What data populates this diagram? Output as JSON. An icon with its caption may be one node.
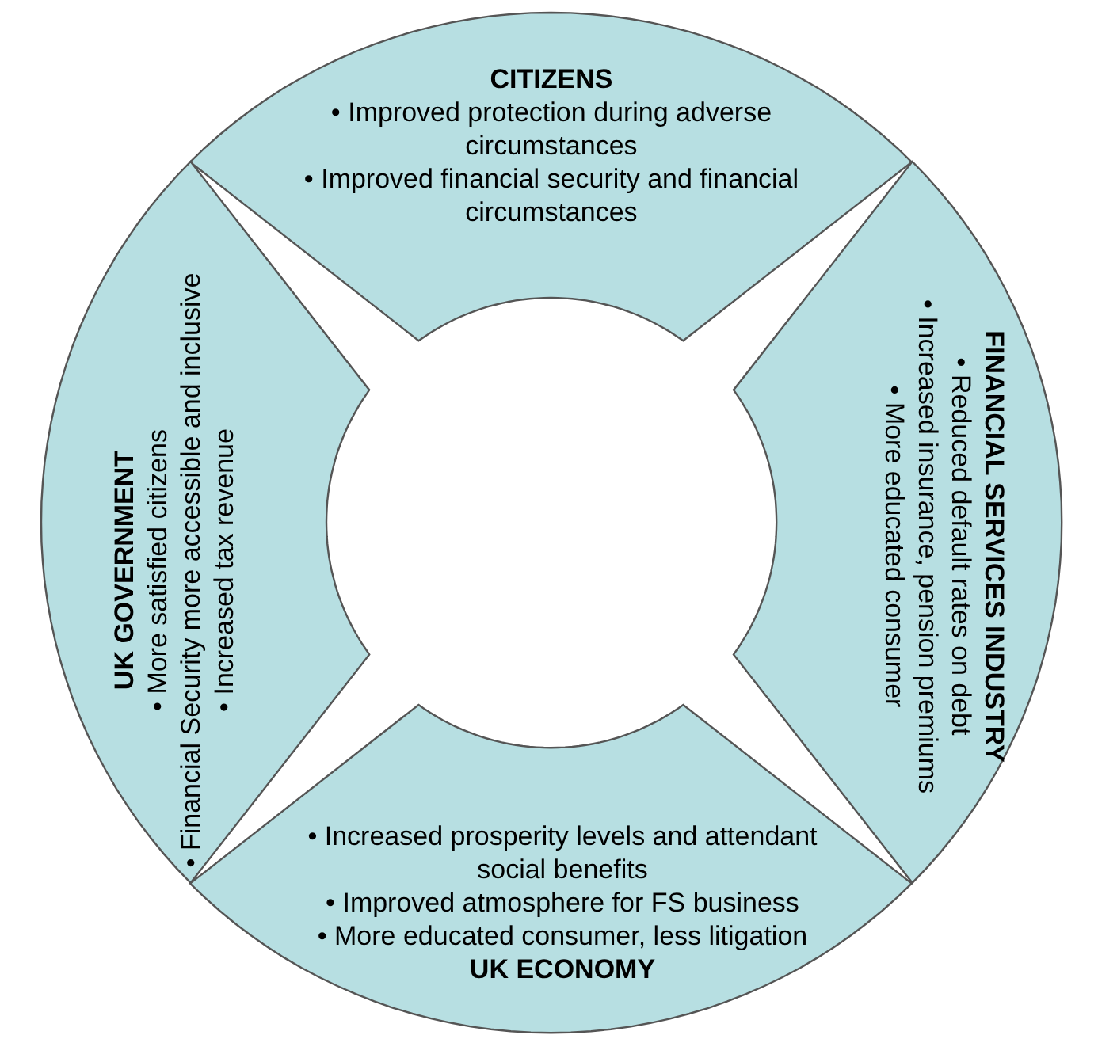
{
  "diagram": {
    "nodes": [
      {
        "text": [
          "CITIZENS",
          "• Improved protection during adverse circumstances",
          "• Improved financial security and financial circumstances"
        ]
      },
      {
        "text": [
          "UK GOVERNMENT",
          "• More satisfied citizens",
          "• Financial Security more accessible and inclusive",
          "• Increased tax revenue"
        ]
      },
      {
        "text": [
          "FINANCIAL SERVICES INDUSTRY",
          "• Reduced default rates on debt",
          "• Increased insurance, pension premiums",
          "• More educated consumer"
        ]
      },
      {
        "text": [
          "• Increased prosperity levels and attendant social benefits",
          "• Improved atmosphere for FS business",
          "• More educated consumer, less litigation",
          "UK ECONOMY"
        ]
      }
    ]
  }
}
